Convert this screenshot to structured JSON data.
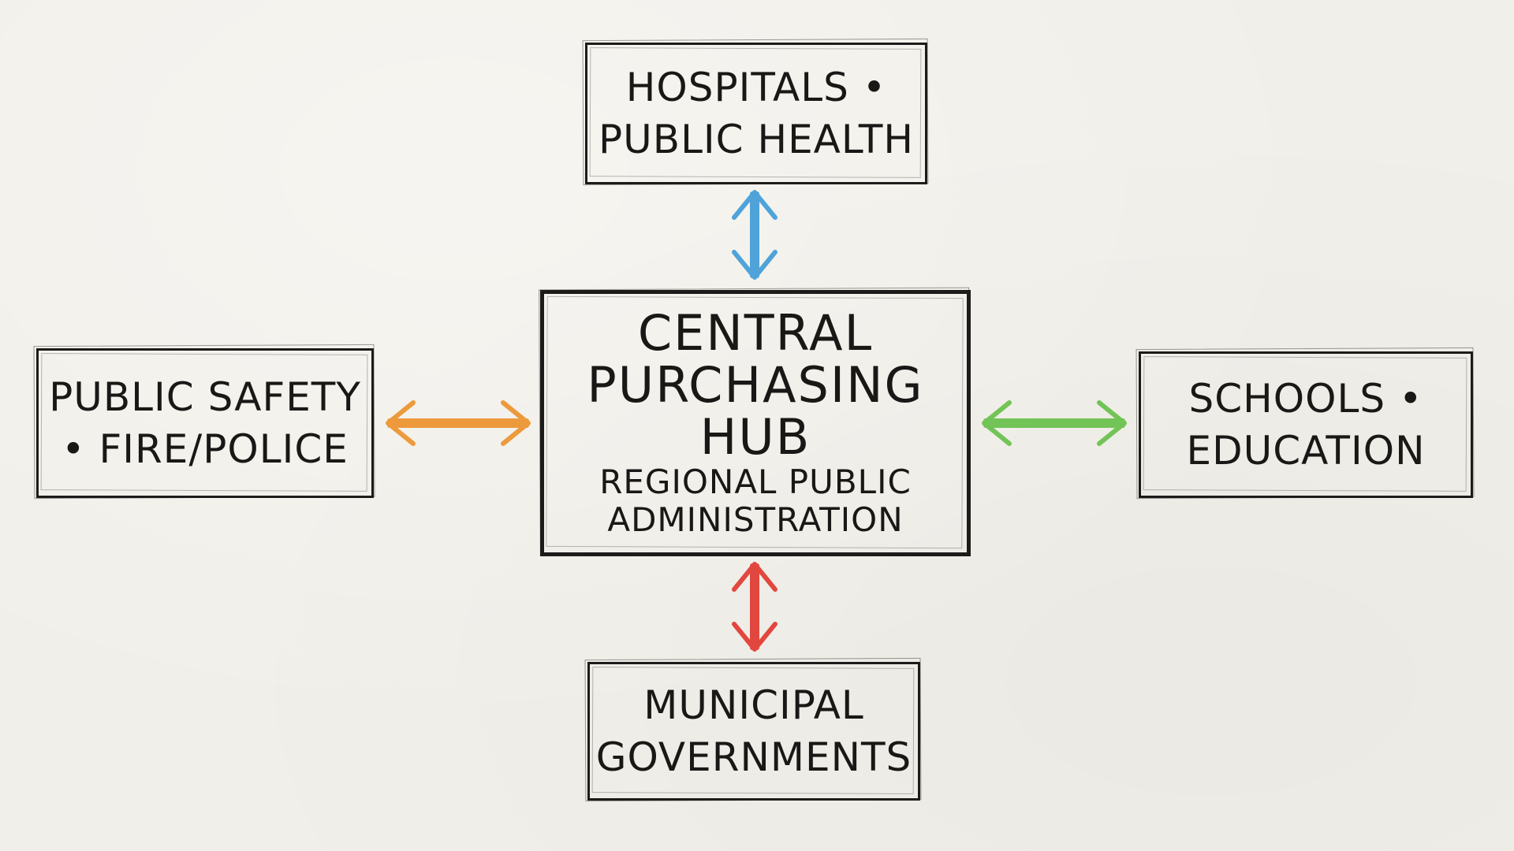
{
  "diagram": {
    "title": "Central Purchasing Hub",
    "hub": {
      "title_lines": [
        "CENTRAL",
        "PURCHASING",
        "HUB"
      ],
      "subtitle_lines": [
        "REGIONAL PUBLIC",
        "ADMINISTRATION"
      ]
    },
    "nodes": {
      "top": {
        "lines": [
          "HOSPITALS •",
          "PUBLIC HEALTH"
        ],
        "arrow_color": "#4fa3d9"
      },
      "left": {
        "lines": [
          "PUBLIC SAFETY",
          "• FIRE/POLICE"
        ],
        "arrow_color": "#ec9a3c"
      },
      "right": {
        "lines": [
          "SCHOOLS •",
          "EDUCATION"
        ],
        "arrow_color": "#72c456"
      },
      "bottom": {
        "lines": [
          "MUNICIPAL",
          "GOVERNMENTS"
        ],
        "arrow_color": "#e2473f"
      }
    },
    "edges": [
      {
        "from": "hub",
        "to": "top",
        "type": "bidirectional",
        "color": "#4fa3d9"
      },
      {
        "from": "hub",
        "to": "left",
        "type": "bidirectional",
        "color": "#ec9a3c"
      },
      {
        "from": "hub",
        "to": "right",
        "type": "bidirectional",
        "color": "#72c456"
      },
      {
        "from": "hub",
        "to": "bottom",
        "type": "bidirectional",
        "color": "#e2473f"
      }
    ],
    "background_color": "#f1efe9"
  }
}
